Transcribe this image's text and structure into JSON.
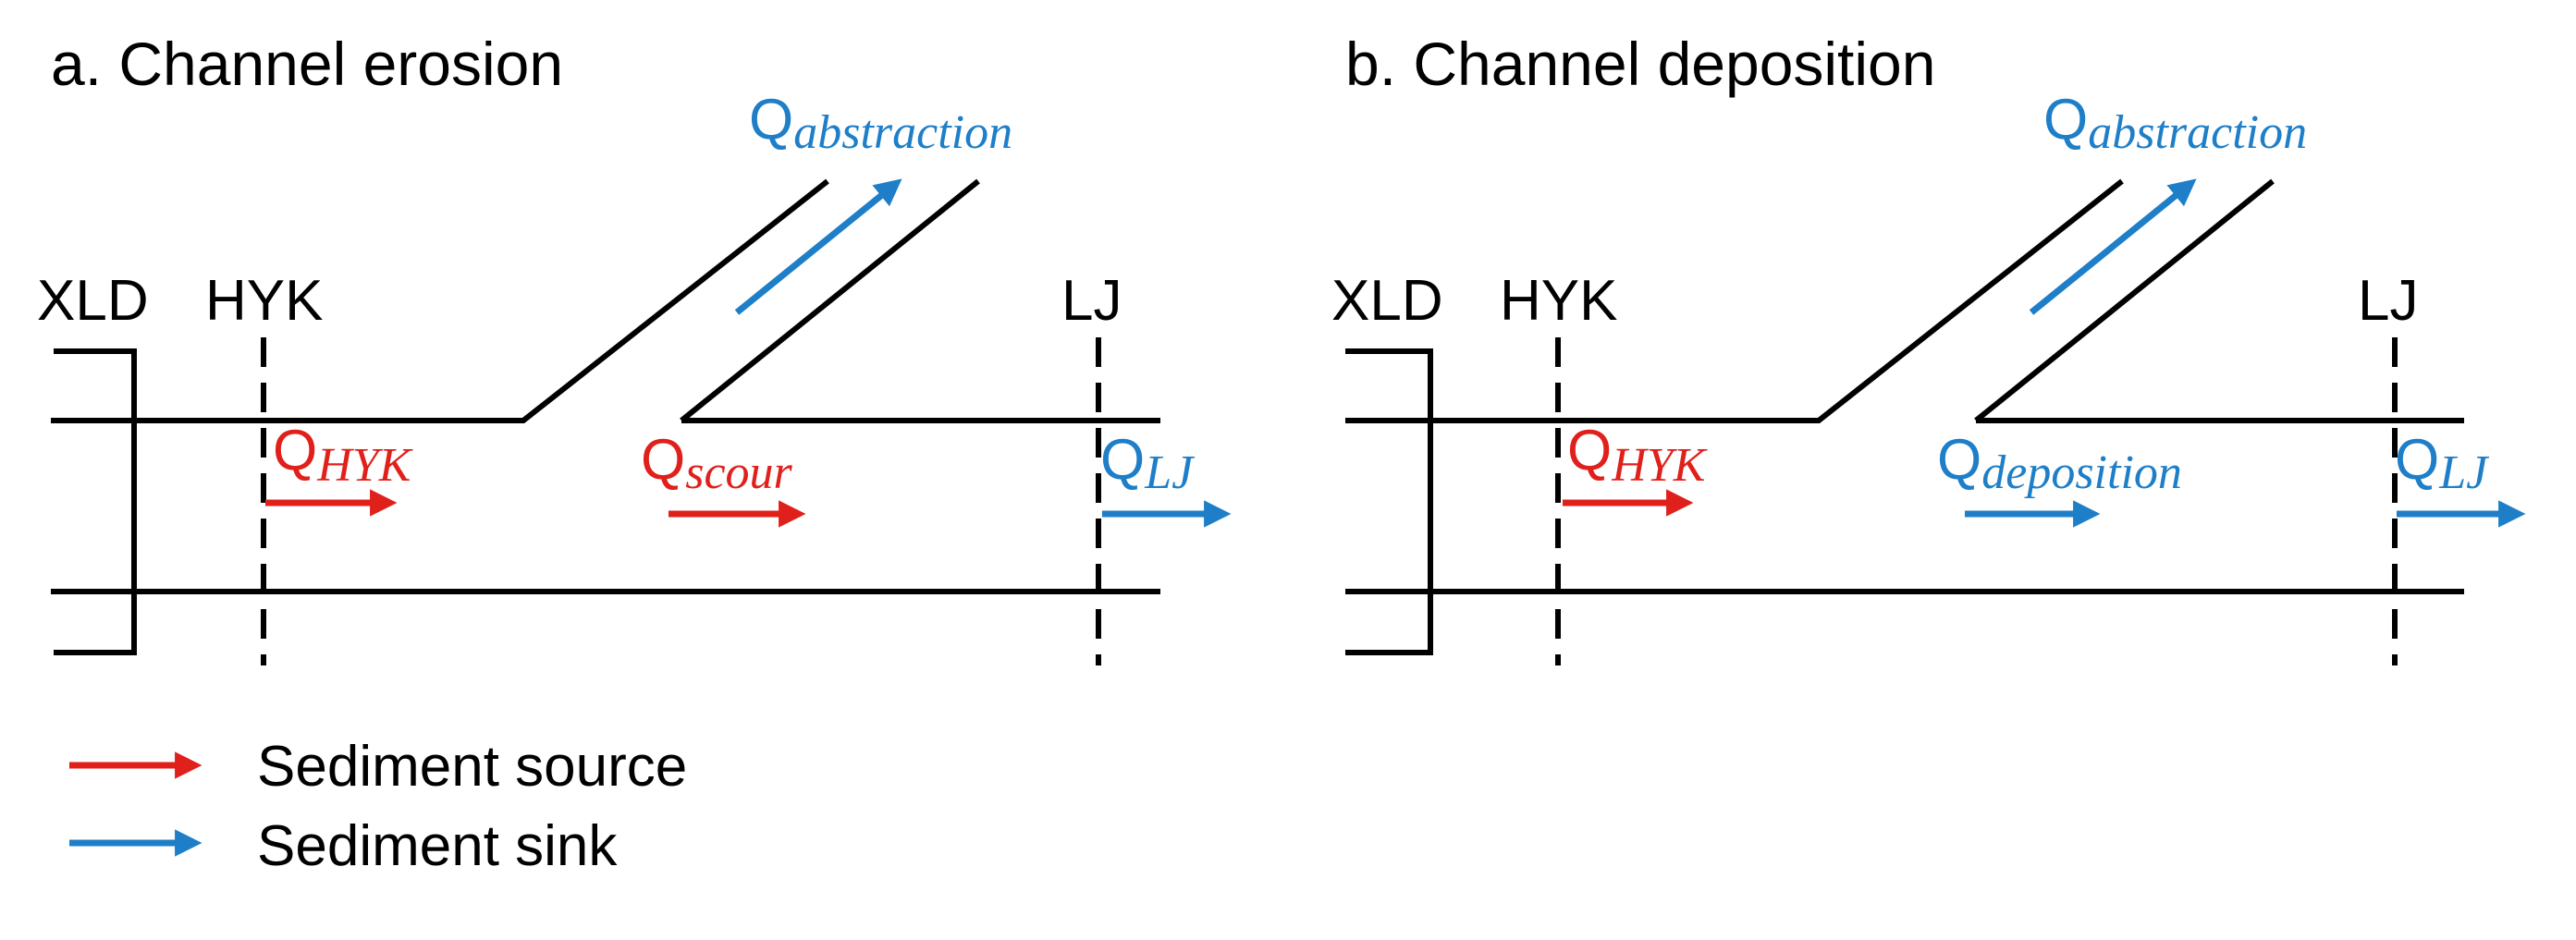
{
  "colors": {
    "source": "#e0201b",
    "sink": "#1e7fc8",
    "line": "#000000"
  },
  "panels": [
    {
      "title": "a. Channel erosion",
      "stations": {
        "left": "XLD",
        "upstream": "HYK",
        "downstream": "LJ"
      },
      "fluxes": {
        "abstraction": {
          "base": "Q",
          "sub": "abstraction",
          "role": "sink"
        },
        "upstream": {
          "base": "Q",
          "sub": "HYK",
          "role": "source"
        },
        "channel": {
          "base": "Q",
          "sub": "scour",
          "role": "source"
        },
        "outlet": {
          "base": "Q",
          "sub": "LJ",
          "role": "sink"
        }
      }
    },
    {
      "title": "b. Channel deposition",
      "stations": {
        "left": "XLD",
        "upstream": "HYK",
        "downstream": "LJ"
      },
      "fluxes": {
        "abstraction": {
          "base": "Q",
          "sub": "abstraction",
          "role": "sink"
        },
        "upstream": {
          "base": "Q",
          "sub": "HYK",
          "role": "source"
        },
        "channel": {
          "base": "Q",
          "sub": "deposition",
          "role": "sink"
        },
        "outlet": {
          "base": "Q",
          "sub": "LJ",
          "role": "sink"
        }
      }
    }
  ],
  "legend": {
    "source_label": "Sediment source",
    "sink_label": "Sediment sink"
  }
}
